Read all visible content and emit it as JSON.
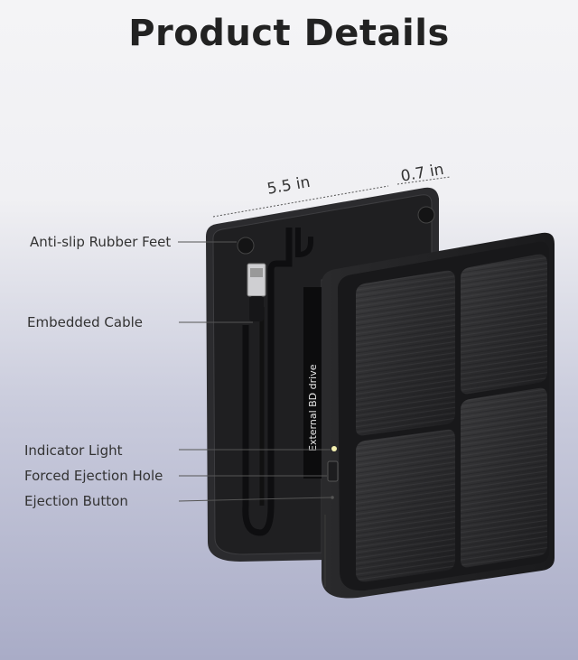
{
  "title": "Product Details",
  "dimensions": {
    "width": "5.5 in",
    "depth": "0.7 in"
  },
  "callouts": [
    "Anti-slip Rubber Feet",
    "Embedded Cable",
    "Indicator Light",
    "Forced Ejection Hole",
    "Ejection Button"
  ],
  "device_text": "External BD drive"
}
